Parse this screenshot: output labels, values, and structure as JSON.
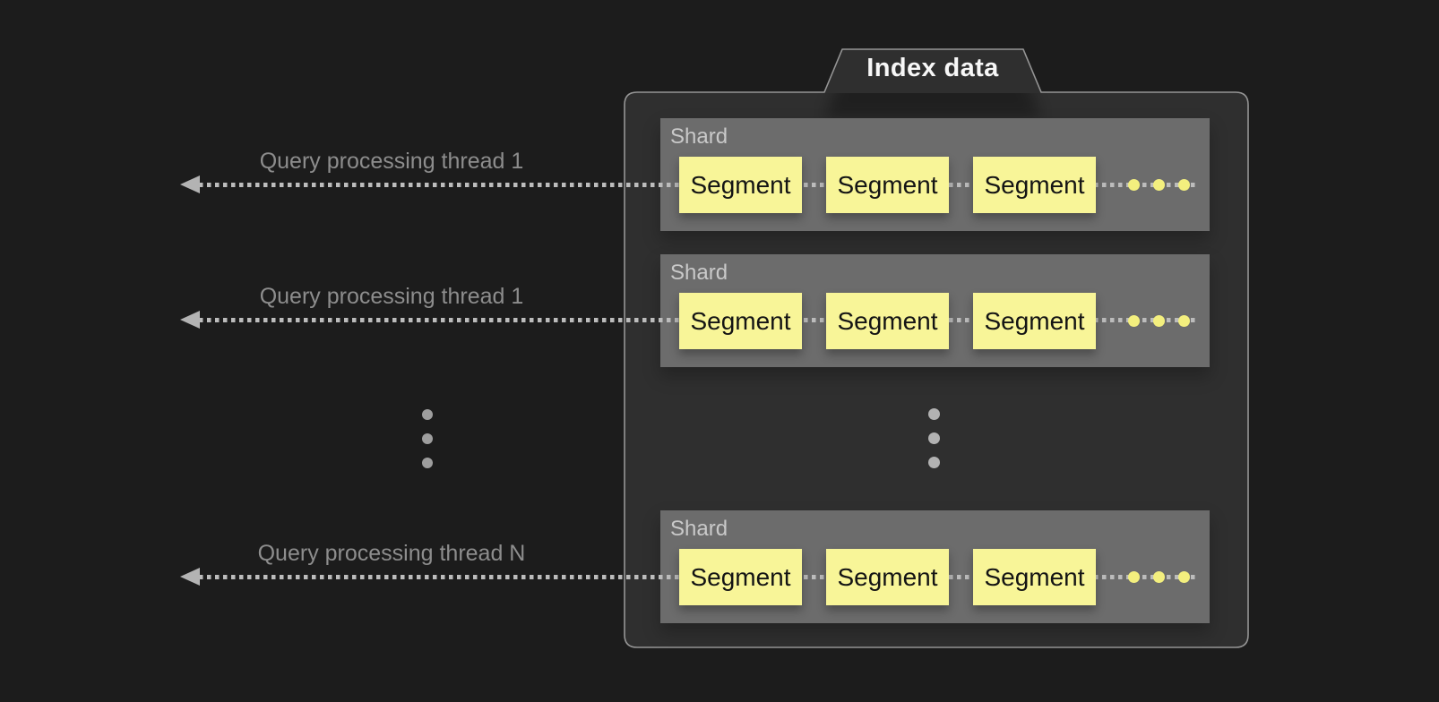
{
  "diagram": {
    "panel": {
      "tab_label": "Index data"
    },
    "threads": [
      {
        "label": "Query processing thread 1"
      },
      {
        "label": "Query processing thread 1"
      },
      {
        "label": "Query processing thread N"
      }
    ],
    "shards": [
      {
        "label": "Shard",
        "segments": [
          "Segment",
          "Segment",
          "Segment"
        ]
      },
      {
        "label": "Shard",
        "segments": [
          "Segment",
          "Segment",
          "Segment"
        ]
      },
      {
        "label": "Shard",
        "segments": [
          "Segment",
          "Segment",
          "Segment"
        ]
      }
    ],
    "icons": {
      "arrowhead": "left-pointing-triangle",
      "segment_ellipsis": "three-yellow-dots",
      "row_ellipsis": "three-vertical-gray-dots"
    },
    "colors": {
      "background": "#1c1c1c",
      "panel_fill": "#2f2f2f",
      "panel_border": "#969696",
      "shard_fill": "#6c6c6c",
      "shard_label_text": "#c9c9c9",
      "segment_fill": "#f8f598",
      "segment_text": "#141414",
      "segment_dot_yellow": "#f3ef7e",
      "dotted_line": "#bcbcbc",
      "arrowhead": "#b3b3b3",
      "thread_label_text": "#8d8d8d",
      "tab_label_text": "#f7f7f7"
    }
  }
}
